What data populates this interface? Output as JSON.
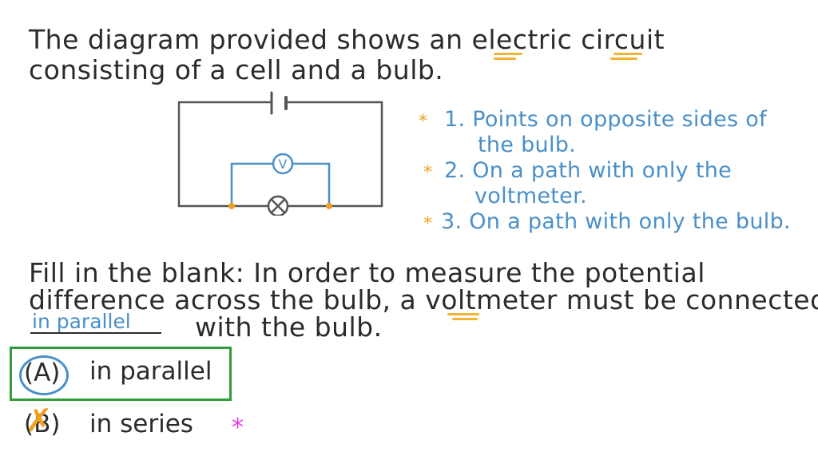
{
  "question": {
    "line1": "The diagram provided shows an electric circuit",
    "line2": "consisting of a cell and a bulb."
  },
  "circuit": {
    "voltmeter_symbol": "V",
    "wire_color": "#555555",
    "voltmeter_wire_color": "#4a90c8",
    "junction_color": "#f0a020"
  },
  "notes": {
    "star_symbol": "*",
    "items": [
      {
        "line1": "1. Points on opposite sides of",
        "line2": "the bulb."
      },
      {
        "line1": "2. On a path with only the",
        "line2": "voltmeter."
      },
      {
        "line1": "3. On a path with only the bulb.",
        "line2": ""
      }
    ]
  },
  "fill_blank": {
    "line1": "Fill in the blank: In order to measure the potential",
    "line2": "difference across the bulb, a voltmeter must be connected",
    "answer": "in parallel",
    "line3_rest": "with the bulb."
  },
  "options": [
    {
      "letter": "(A)",
      "text": "in parallel",
      "selected": true
    },
    {
      "letter": "(B)",
      "text": "in series",
      "selected": false
    }
  ],
  "marks": {
    "wrong_mark": "✗",
    "pink_star": "*"
  },
  "colors": {
    "ink": "#2b2b2b",
    "blue": "#4a90c8",
    "orange": "#f2b233",
    "green": "#2e9d3a",
    "pink": "#e040e0"
  }
}
